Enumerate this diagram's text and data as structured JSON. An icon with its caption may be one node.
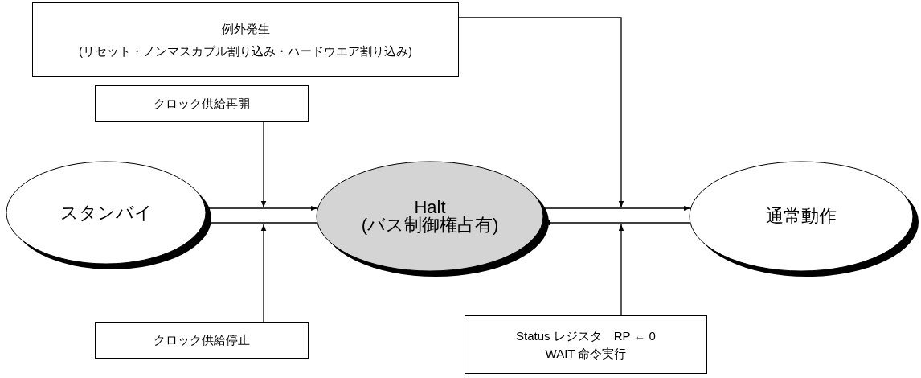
{
  "diagram": {
    "nodes": [
      {
        "text": [
          "例外発生",
          "(リセット・ノンマスカブル割り込み・ハードウエア割り込み)"
        ]
      },
      {
        "text": [
          "クロック供給再開"
        ]
      },
      {
        "text": [
          "スタンバイ"
        ]
      },
      {
        "text": [
          "Halt",
          "(バス制御権占有)"
        ]
      },
      {
        "text": [
          "通常動作"
        ]
      },
      {
        "text": [
          "クロック供給停止"
        ]
      },
      {
        "text": [
          "Status レジスタ　RP ← 0",
          "WAIT 命令実行"
        ]
      }
    ],
    "edges": [
      {
        "from": 2,
        "to": 3,
        "arrow": "to"
      },
      {
        "from": 3,
        "to": 2,
        "arrow": "to"
      },
      {
        "from": 3,
        "to": 4,
        "arrow": "to"
      },
      {
        "from": 4,
        "to": 3,
        "arrow": "to"
      },
      {
        "from": 1,
        "to": null,
        "arrow": "to"
      },
      {
        "from": 5,
        "to": null,
        "arrow": "to"
      },
      {
        "from": 0,
        "to": null,
        "arrow": "to"
      },
      {
        "from": 6,
        "to": null,
        "arrow": "to"
      }
    ]
  }
}
